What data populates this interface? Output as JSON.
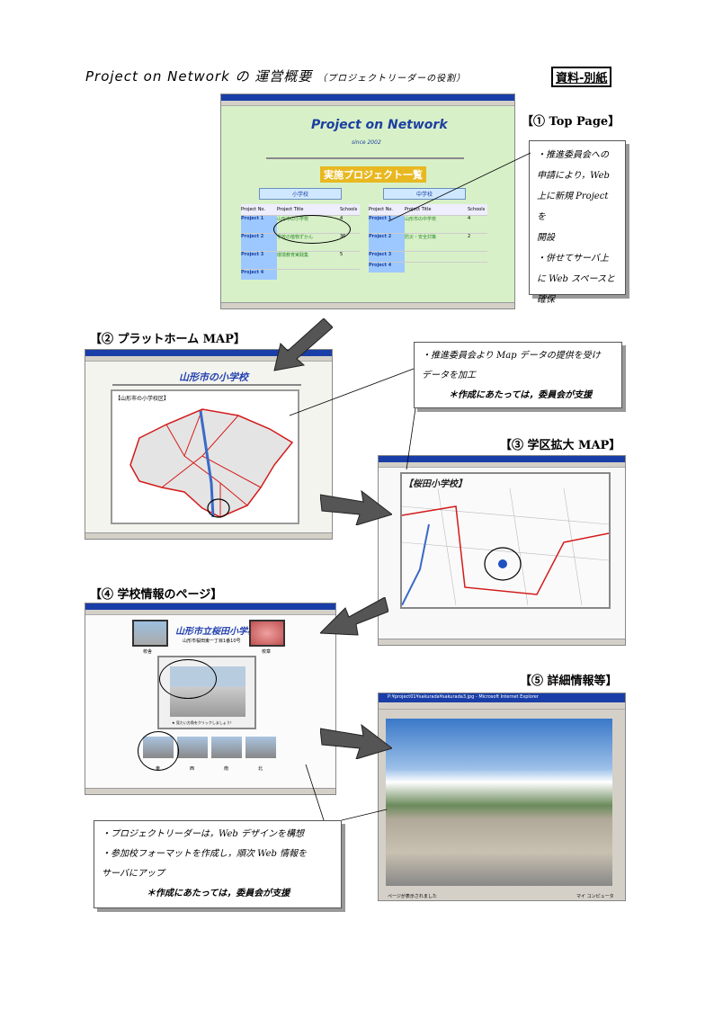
{
  "header": {
    "title_main": "Project on Network の 運営概要",
    "title_sub": "（プロジェクトリーダーの役割）",
    "badge": "資料-別紙"
  },
  "sections": {
    "s1": "【① Top Page】",
    "s2": "【② プラットホーム MAP】",
    "s3": "【③ 学区拡大 MAP】",
    "s4": "【④ 学校情報のページ】",
    "s5": "【⑤ 詳細情報等】"
  },
  "notes": {
    "n1": [
      "・推進委員会への",
      "申請により，Web",
      "上に新規 Project を",
      "開設",
      "・併せてサーバ上",
      "に Web スペースと",
      "確保"
    ],
    "n2_line1": "・推進委員会より Map データの提供を受け",
    "n2_line2": "データを加工",
    "n2_emph": "＊作成にあたっては，委員会が支援",
    "n3_line1": "・プロジェクトリーダーは，Web デザインを構想",
    "n3_line2": "・参加校フォーマットを作成し，順次 Web 情報を",
    "n3_line3": "サーバにアップ",
    "n3_emph": "＊作成にあたっては，委員会が支援"
  },
  "top_page": {
    "heading": "Project on Network",
    "since": "since 2002",
    "list_title": "実施プロジェクト一覧",
    "tab_left": "小学校",
    "tab_right": "中学校",
    "col_no": "Project No.",
    "col_title": "Project Title",
    "col_schools": "Schools",
    "rows_left": [
      {
        "no": "Project 1",
        "title": "山形市の小学校",
        "count": "4"
      },
      {
        "no": "Project 2",
        "title": "学校の植物ずかん",
        "count": "36"
      },
      {
        "no": "Project 3",
        "title": "環境教育実践集",
        "count": "5"
      },
      {
        "no": "Project 4",
        "title": "",
        "count": ""
      }
    ],
    "rows_right": [
      {
        "no": "Project 1",
        "title": "山形市の中学校",
        "count": "4"
      },
      {
        "no": "Project 2",
        "title": "防災・安全対策",
        "count": "2"
      },
      {
        "no": "Project 3",
        "title": "",
        "count": ""
      },
      {
        "no": "Project 4",
        "title": "",
        "count": ""
      }
    ]
  },
  "map_page": {
    "heading": "山形市の小学校",
    "frame_label": "【山形市の小学校区】"
  },
  "district_page": {
    "heading": "【桜田小学校】"
  },
  "school_page": {
    "heading": "山形市立桜田小学校",
    "address": "山形市桜田東一丁目1番10号",
    "thumb_left": "校舎",
    "thumb_right": "校章",
    "photo_caption": "★ 見たい方角をクリックしましょう！",
    "directions": [
      "東",
      "西",
      "南",
      "北"
    ]
  },
  "detail_page": {
    "window_title": "P:¥project01¥sakurada¥sakurada3.jpg - Microsoft Internet Explorer",
    "status": "ページが表示されました",
    "zone": "マイ コンピュータ"
  },
  "colors": {
    "window_title": "#1a3ea8",
    "map_red": "#d41a1a",
    "page_green": "#d8f0c8"
  }
}
